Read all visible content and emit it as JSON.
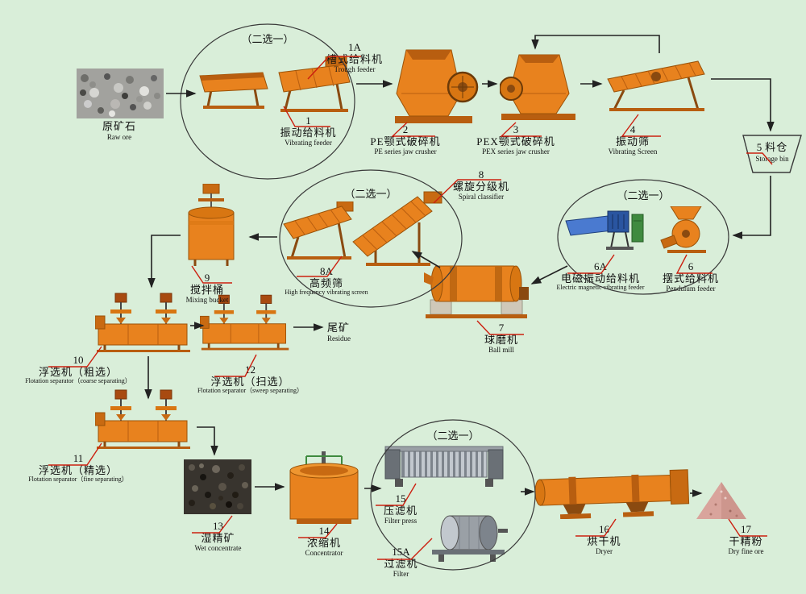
{
  "colors": {
    "background": "#d9eed9",
    "machine_orange": "#e8821e",
    "machine_orange_dark": "#b85e10",
    "callout_red": "#cc2010",
    "steel_gray": "#9aa0a6",
    "feeder_blue": "#3a6fc4",
    "arrow_black": "#222222"
  },
  "choice_label": "（二选一）",
  "labels": {
    "raw_ore": {
      "zh": "原矿石",
      "en": "Raw ore"
    },
    "n1A": {
      "num": "1A",
      "zh": "槽式给料机",
      "en": "Trough feeder"
    },
    "n1": {
      "num": "1",
      "zh": "振动给料机",
      "en": "Vibrating feeder"
    },
    "n2": {
      "num": "2",
      "zh": "PE颚式破碎机",
      "en": "PE series jaw crusher"
    },
    "n3": {
      "num": "3",
      "zh": "PEX颚式破碎机",
      "en": "PEX series jaw crusher"
    },
    "n4": {
      "num": "4",
      "zh": "振动筛",
      "en": "Vibrating Screen"
    },
    "n5": {
      "num": "5",
      "zh": "料仓",
      "en": "Storage bin"
    },
    "n6A": {
      "num": "6A",
      "zh": "电磁振动给料机",
      "en": "Electric magnetic vibrating feeder"
    },
    "n6": {
      "num": "6",
      "zh": "摆式给料机",
      "en": "Pendulum feeder"
    },
    "n7": {
      "num": "7",
      "zh": "球磨机",
      "en": "Ball mill"
    },
    "n8": {
      "num": "8",
      "zh": "螺旋分级机",
      "en": "Spiral classifier"
    },
    "n8A": {
      "num": "8A",
      "zh": "高频筛",
      "en": "High frequency vibrating screen"
    },
    "n9": {
      "num": "9",
      "zh": "搅拌桶",
      "en": "Mixing bucket"
    },
    "n10": {
      "num": "10",
      "zh": "浮选机（粗选）",
      "en": "Flotation separator（coarse separating）"
    },
    "n11": {
      "num": "11",
      "zh": "浮选机（精选）",
      "en": "Flotation separator（fine separating）"
    },
    "n12": {
      "num": "12",
      "zh": "浮选机（扫选）",
      "en": "Flotation separator（sweep separating）"
    },
    "residue": {
      "zh": "尾矿",
      "en": "Residue"
    },
    "n13": {
      "num": "13",
      "zh": "湿精矿",
      "en": "Wet concentrate"
    },
    "n14": {
      "num": "14",
      "zh": "浓缩机",
      "en": "Concentrator"
    },
    "n15": {
      "num": "15",
      "zh": "压滤机",
      "en": "Filter press"
    },
    "n15A": {
      "num": "15A",
      "zh": "过滤机",
      "en": "Filter"
    },
    "n16": {
      "num": "16",
      "zh": "烘干机",
      "en": "Dryer"
    },
    "n17": {
      "num": "17",
      "zh": "干精粉",
      "en": "Dry fine ore"
    }
  }
}
